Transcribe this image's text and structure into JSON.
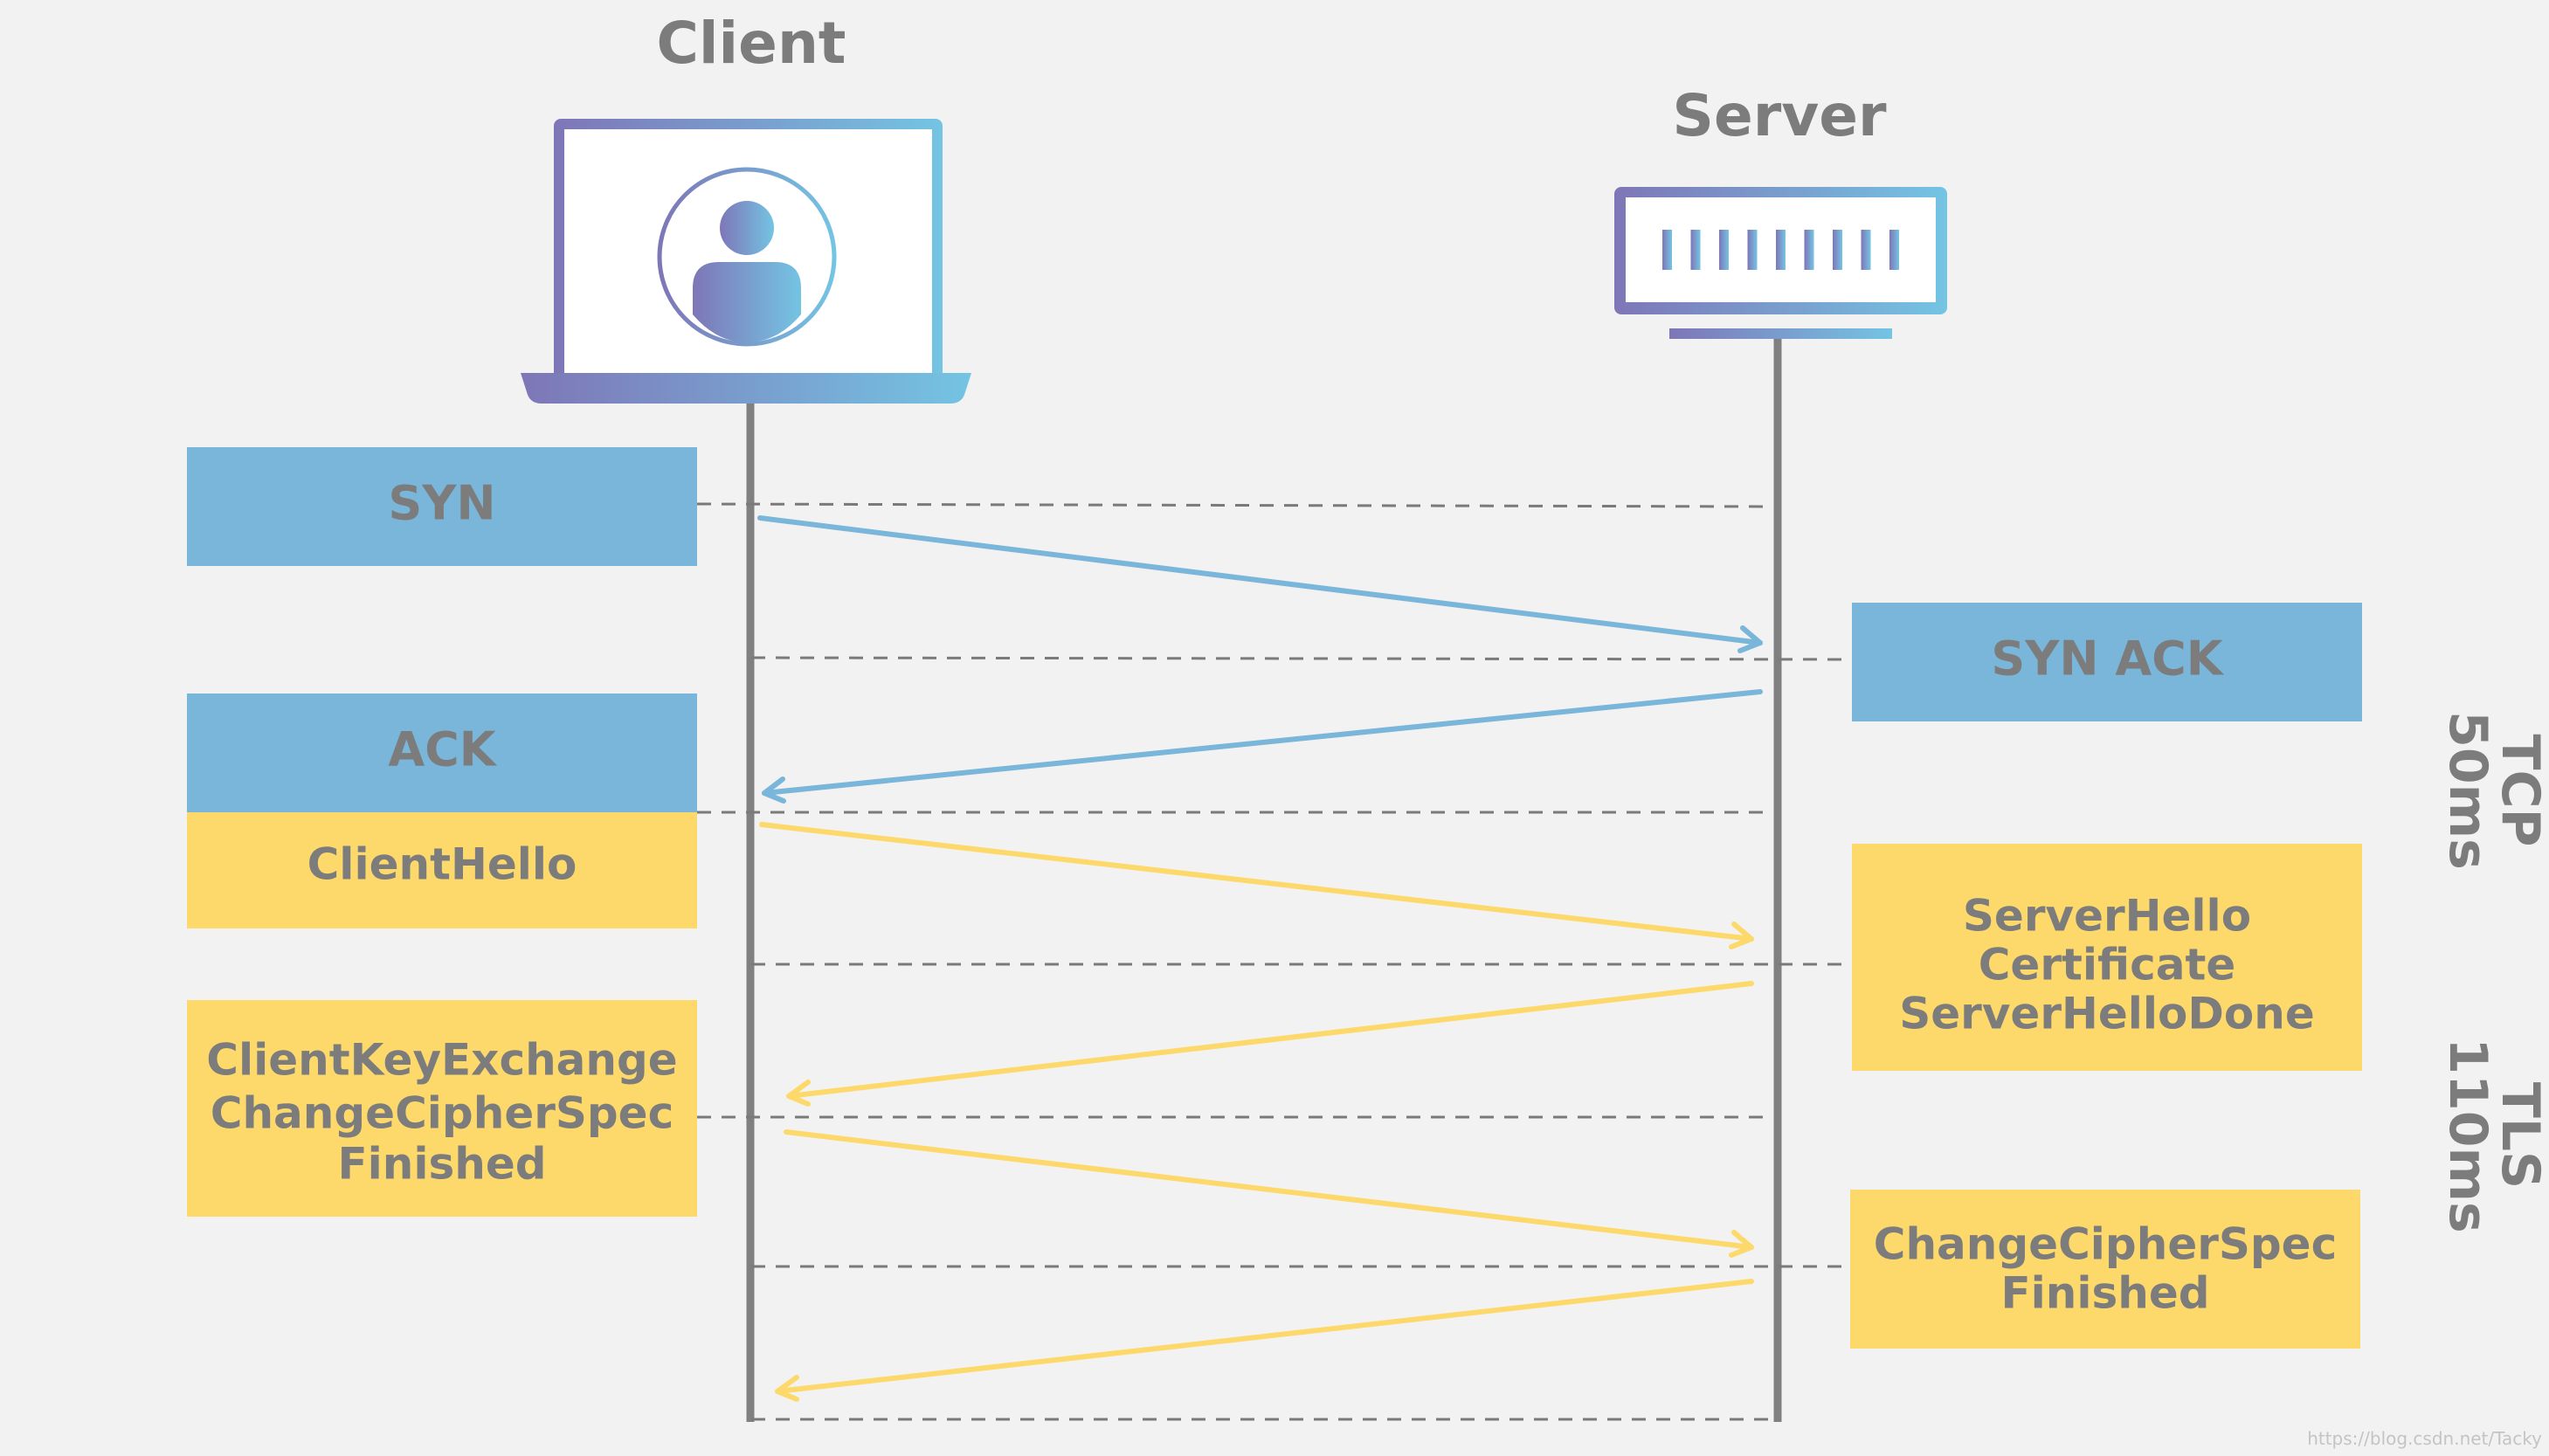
{
  "diagram": {
    "client_label": "Client",
    "server_label": "Server",
    "colors": {
      "background": "#f2f2f2",
      "tcp_blue": "#79b6da",
      "tls_yellow": "#fdd96c",
      "text_gray": "#7c7c7c",
      "lifeline_gray": "#808080",
      "icon_gradient_start": "#7e76b7",
      "icon_gradient_end": "#74c4e3"
    },
    "client_messages": [
      {
        "lines": [
          "SYN"
        ],
        "phase": "tcp"
      },
      {
        "lines": [
          "ACK"
        ],
        "phase": "tcp"
      },
      {
        "lines": [
          "ClientHello"
        ],
        "phase": "tls"
      },
      {
        "lines": [
          "ClientKeyExchange",
          "ChangeCipherSpec",
          "Finished"
        ],
        "phase": "tls"
      }
    ],
    "server_messages": [
      {
        "lines": [
          "SYN ACK"
        ],
        "phase": "tcp"
      },
      {
        "lines": [
          "ServerHello",
          "Certificate",
          "ServerHelloDone"
        ],
        "phase": "tls"
      },
      {
        "lines": [
          "ChangeCipherSpec",
          "Finished"
        ],
        "phase": "tls"
      }
    ],
    "phases": [
      {
        "name": "TCP",
        "duration": "50ms"
      },
      {
        "name": "TLS",
        "duration": "110ms"
      }
    ],
    "watermark": "https://blog.csdn.net/Tacky"
  }
}
